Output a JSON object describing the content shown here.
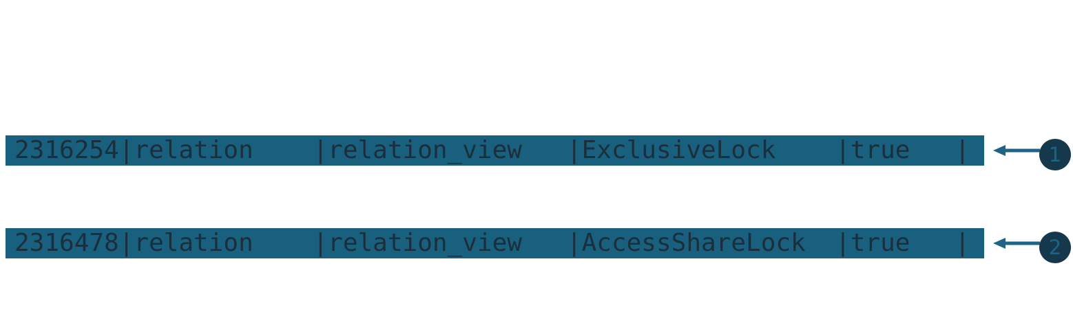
{
  "colors": {
    "page-bg": "#ffffff",
    "row-bg": "#19607F",
    "row-text": "#1B2E3C",
    "accent": "#1D6486",
    "badge-bg": "#16384D"
  },
  "rows": [
    {
      "text": "2316254|relation    |relation_view   |ExclusiveLock    |true   |",
      "fields": [
        "2316254",
        "relation",
        "relation_view",
        "ExclusiveLock",
        "true"
      ],
      "marker": "1"
    },
    {
      "text": "2316478|relation    |relation_view   |AccessShareLock  |true   |",
      "fields": [
        "2316478",
        "relation",
        "relation_view",
        "AccessShareLock",
        "true"
      ],
      "marker": "2"
    }
  ]
}
